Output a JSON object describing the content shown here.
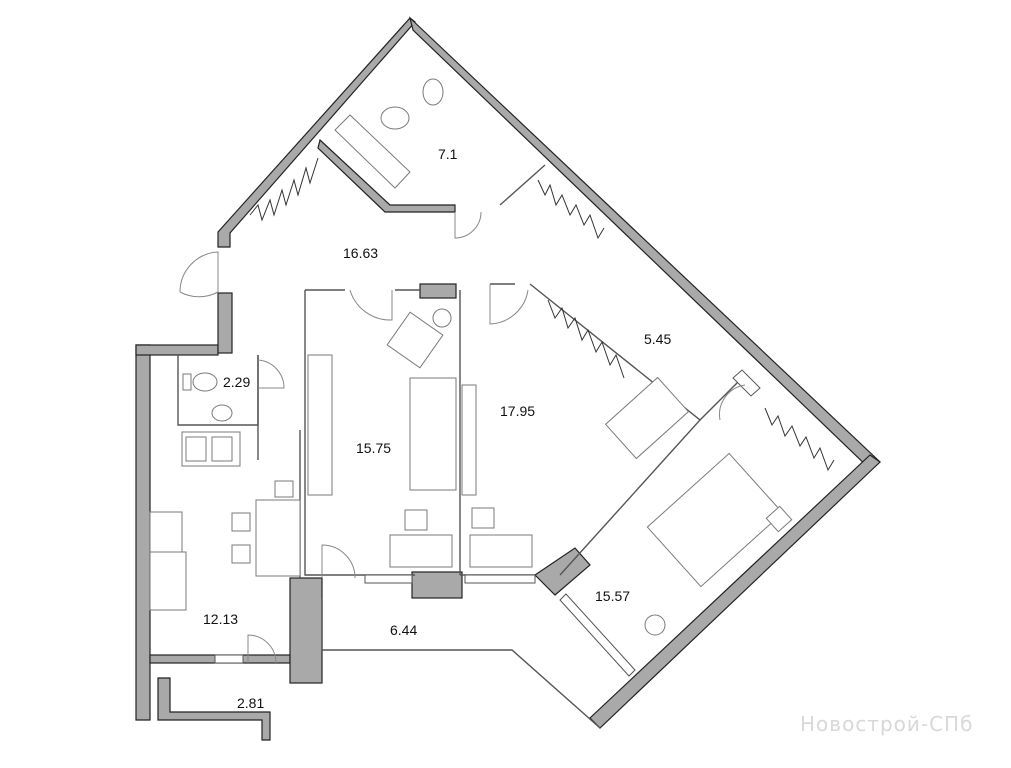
{
  "rooms": {
    "bathroom": "7.1",
    "hall": "16.63",
    "wardrobe": "5.45",
    "wc": "2.29",
    "room_left": "15.75",
    "room_mid": "17.95",
    "bedroom": "15.57",
    "kitchen": "12.13",
    "balcony_main": "6.44",
    "balcony_small": "2.81"
  },
  "watermark": "Новострой-СПб",
  "colors": {
    "wall": "#a9a9a9",
    "line": "#555555",
    "furniture": "#7a7a7a"
  }
}
